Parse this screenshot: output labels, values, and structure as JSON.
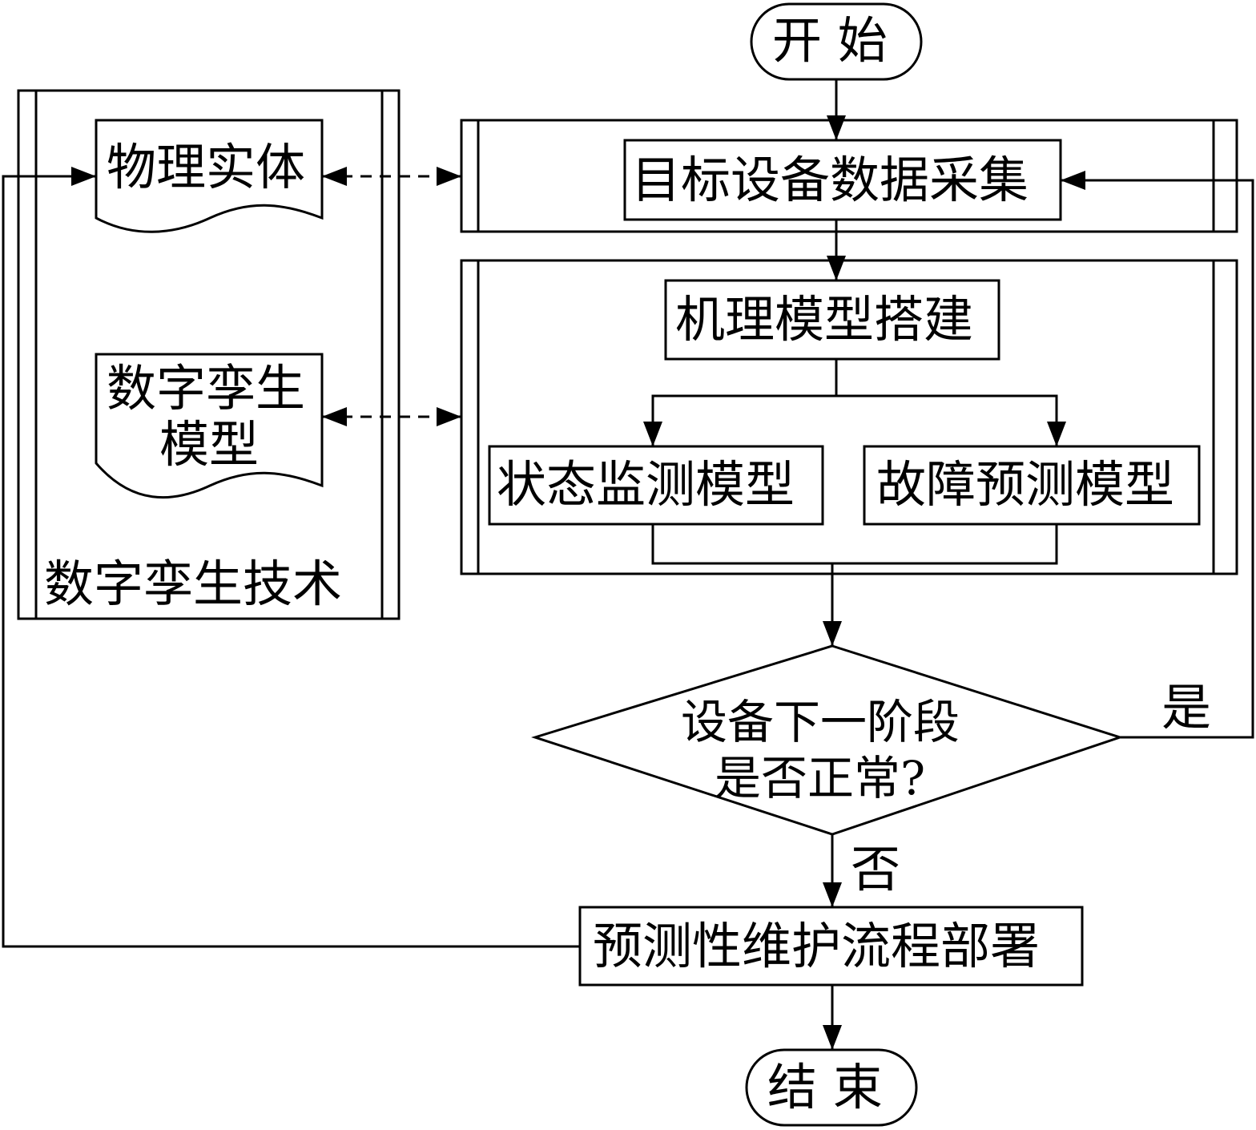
{
  "start": "开 始",
  "end": "结 束",
  "left_panel": {
    "title": "数字孪生技术",
    "physical_entity": "物理实体",
    "twin_model_line1": "数字孪生",
    "twin_model_line2": "模型"
  },
  "steps": {
    "data_collection": "目标设备数据采集",
    "mechanism_model": "机理模型搭建",
    "state_monitoring": "状态监测模型",
    "fault_prediction": "故障预测模型",
    "maintenance_deploy": "预测性维护流程部署"
  },
  "decision": {
    "line1": "设备下一阶段",
    "line2": "是否正常?",
    "yes": "是",
    "no": "否"
  }
}
